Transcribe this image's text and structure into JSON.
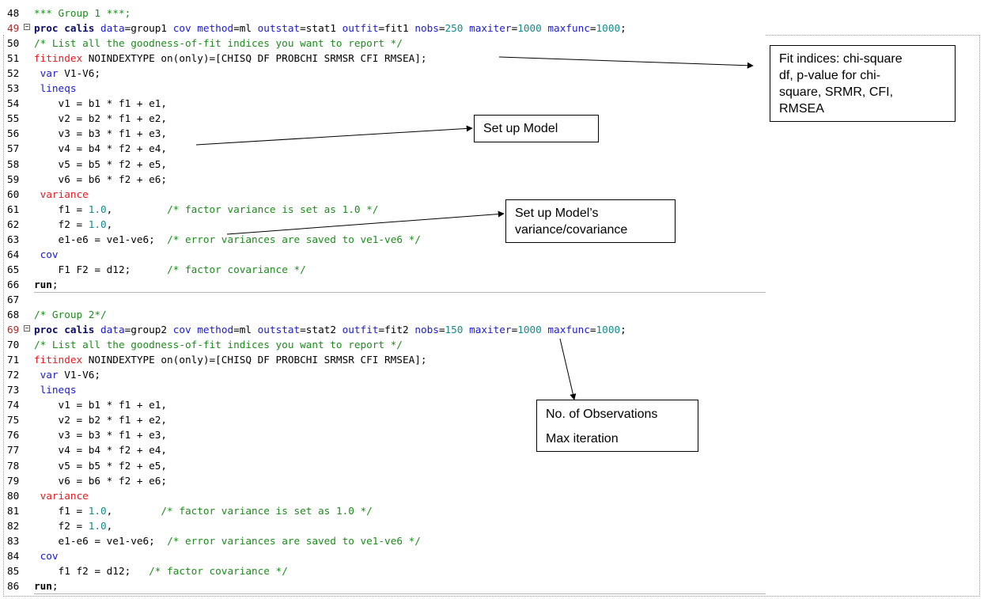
{
  "editor": {
    "lines": [
      {
        "n": "48",
        "tokens": [
          [
            "cm",
            "*** Group 1 ***;"
          ]
        ]
      },
      {
        "n": "49",
        "fold": true,
        "tokens": [
          [
            "bold",
            "proc calis"
          ],
          [
            "pl",
            " "
          ],
          [
            "kw",
            "data"
          ],
          [
            "pl",
            "=group1 "
          ],
          [
            "kw",
            "cov"
          ],
          [
            "pl",
            " "
          ],
          [
            "kw",
            "method"
          ],
          [
            "pl",
            "=ml "
          ],
          [
            "kw",
            "outstat"
          ],
          [
            "pl",
            "=stat1 "
          ],
          [
            "kw",
            "outfit"
          ],
          [
            "pl",
            "=fit1 "
          ],
          [
            "kw",
            "nobs"
          ],
          [
            "pl",
            "="
          ],
          [
            "num",
            "250"
          ],
          [
            "pl",
            " "
          ],
          [
            "kw",
            "maxiter"
          ],
          [
            "pl",
            "="
          ],
          [
            "num",
            "1000"
          ],
          [
            "pl",
            " "
          ],
          [
            "kw",
            "maxfunc"
          ],
          [
            "pl",
            "="
          ],
          [
            "num",
            "1000"
          ],
          [
            "pl",
            ";"
          ]
        ]
      },
      {
        "n": "50",
        "tokens": [
          [
            "cm",
            "/* List all the goodness-of-fit indices you want to report */"
          ]
        ]
      },
      {
        "n": "51",
        "tokens": [
          [
            "red",
            "fitindex"
          ],
          [
            "pl",
            " NOINDEXTYPE on(only)=[CHISQ DF PROBCHI SRMSR CFI RMSEA];"
          ]
        ]
      },
      {
        "n": "52",
        "tokens": [
          [
            "pl",
            " "
          ],
          [
            "kw",
            "var"
          ],
          [
            "pl",
            " V1-V6;"
          ]
        ]
      },
      {
        "n": "53",
        "tokens": [
          [
            "pl",
            " "
          ],
          [
            "kw",
            "lineqs"
          ]
        ]
      },
      {
        "n": "54",
        "tokens": [
          [
            "pl",
            "    v1 = b1 * f1 + e1,"
          ]
        ]
      },
      {
        "n": "55",
        "tokens": [
          [
            "pl",
            "    v2 = b2 * f1 + e2,"
          ]
        ]
      },
      {
        "n": "56",
        "tokens": [
          [
            "pl",
            "    v3 = b3 * f1 + e3,"
          ]
        ]
      },
      {
        "n": "57",
        "tokens": [
          [
            "pl",
            "    v4 = b4 * f2 + e4,"
          ]
        ]
      },
      {
        "n": "58",
        "tokens": [
          [
            "pl",
            "    v5 = b5 * f2 + e5,"
          ]
        ]
      },
      {
        "n": "59",
        "tokens": [
          [
            "pl",
            "    v6 = b6 * f2 + e6;"
          ]
        ]
      },
      {
        "n": "60",
        "tokens": [
          [
            "pl",
            " "
          ],
          [
            "red",
            "variance"
          ]
        ]
      },
      {
        "n": "61",
        "tokens": [
          [
            "pl",
            "    f1 = "
          ],
          [
            "num",
            "1.0"
          ],
          [
            "pl",
            ",         "
          ],
          [
            "cm",
            "/* factor variance is set as 1.0 */"
          ]
        ]
      },
      {
        "n": "62",
        "tokens": [
          [
            "pl",
            "    f2 = "
          ],
          [
            "num",
            "1.0"
          ],
          [
            "pl",
            ","
          ]
        ]
      },
      {
        "n": "63",
        "tokens": [
          [
            "pl",
            "    e1-e6 = ve1-ve6;  "
          ],
          [
            "cm",
            "/* error variances are saved to ve1-ve6 */"
          ]
        ]
      },
      {
        "n": "64",
        "tokens": [
          [
            "pl",
            " "
          ],
          [
            "kw",
            "cov"
          ]
        ]
      },
      {
        "n": "65",
        "tokens": [
          [
            "pl",
            "    F1 F2 = d12;      "
          ],
          [
            "cm",
            "/* factor covariance */"
          ]
        ]
      },
      {
        "n": "66",
        "sep": true,
        "tokens": [
          [
            "blk",
            "run"
          ],
          [
            "pl",
            ";"
          ]
        ]
      },
      {
        "n": "67",
        "tokens": []
      },
      {
        "n": "68",
        "tokens": [
          [
            "cm",
            "/* Group 2*/"
          ]
        ]
      },
      {
        "n": "69",
        "fold": true,
        "tokens": [
          [
            "bold",
            "proc calis"
          ],
          [
            "pl",
            " "
          ],
          [
            "kw",
            "data"
          ],
          [
            "pl",
            "=group2 "
          ],
          [
            "kw",
            "cov"
          ],
          [
            "pl",
            " "
          ],
          [
            "kw",
            "method"
          ],
          [
            "pl",
            "=ml "
          ],
          [
            "kw",
            "outstat"
          ],
          [
            "pl",
            "=stat2 "
          ],
          [
            "kw",
            "outfit"
          ],
          [
            "pl",
            "=fit2 "
          ],
          [
            "kw",
            "nobs"
          ],
          [
            "pl",
            "="
          ],
          [
            "num",
            "150"
          ],
          [
            "pl",
            " "
          ],
          [
            "kw",
            "maxiter"
          ],
          [
            "pl",
            "="
          ],
          [
            "num",
            "1000"
          ],
          [
            "pl",
            " "
          ],
          [
            "kw",
            "maxfunc"
          ],
          [
            "pl",
            "="
          ],
          [
            "num",
            "1000"
          ],
          [
            "pl",
            ";"
          ]
        ]
      },
      {
        "n": "70",
        "tokens": [
          [
            "cm",
            "/* List all the goodness-of-fit indices you want to report */"
          ]
        ]
      },
      {
        "n": "71",
        "tokens": [
          [
            "red",
            "fitindex"
          ],
          [
            "pl",
            " NOINDEXTYPE on(only)=[CHISQ DF PROBCHI SRMSR CFI RMSEA];"
          ]
        ]
      },
      {
        "n": "72",
        "tokens": [
          [
            "pl",
            " "
          ],
          [
            "kw",
            "var"
          ],
          [
            "pl",
            " V1-V6;"
          ]
        ]
      },
      {
        "n": "73",
        "tokens": [
          [
            "pl",
            " "
          ],
          [
            "kw",
            "lineqs"
          ]
        ]
      },
      {
        "n": "74",
        "tokens": [
          [
            "pl",
            "    v1 = b1 * f1 + e1,"
          ]
        ]
      },
      {
        "n": "75",
        "tokens": [
          [
            "pl",
            "    v2 = b2 * f1 + e2,"
          ]
        ]
      },
      {
        "n": "76",
        "tokens": [
          [
            "pl",
            "    v3 = b3 * f1 + e3,"
          ]
        ]
      },
      {
        "n": "77",
        "tokens": [
          [
            "pl",
            "    v4 = b4 * f2 + e4,"
          ]
        ]
      },
      {
        "n": "78",
        "tokens": [
          [
            "pl",
            "    v5 = b5 * f2 + e5,"
          ]
        ]
      },
      {
        "n": "79",
        "tokens": [
          [
            "pl",
            "    v6 = b6 * f2 + e6;"
          ]
        ]
      },
      {
        "n": "80",
        "tokens": [
          [
            "pl",
            " "
          ],
          [
            "red",
            "variance"
          ]
        ]
      },
      {
        "n": "81",
        "tokens": [
          [
            "pl",
            "    f1 = "
          ],
          [
            "num",
            "1.0"
          ],
          [
            "pl",
            ",        "
          ],
          [
            "cm",
            "/* factor variance is set as 1.0 */"
          ]
        ]
      },
      {
        "n": "82",
        "tokens": [
          [
            "pl",
            "    f2 = "
          ],
          [
            "num",
            "1.0"
          ],
          [
            "pl",
            ","
          ]
        ]
      },
      {
        "n": "83",
        "tokens": [
          [
            "pl",
            "    e1-e6 = ve1-ve6;  "
          ],
          [
            "cm",
            "/* error variances are saved to ve1-ve6 */"
          ]
        ]
      },
      {
        "n": "84",
        "tokens": [
          [
            "pl",
            " "
          ],
          [
            "kw",
            "cov"
          ]
        ]
      },
      {
        "n": "85",
        "tokens": [
          [
            "pl",
            "    f1 f2 = d12;   "
          ],
          [
            "cm",
            "/* factor covariance */"
          ]
        ]
      },
      {
        "n": "86",
        "sep": true,
        "tokens": [
          [
            "blk",
            "run"
          ],
          [
            "pl",
            ";"
          ]
        ]
      }
    ]
  },
  "callouts": {
    "fit_indices": {
      "lines": [
        "Fit indices: chi-square",
        "df, p-value for chi-",
        "square, SRMR, CFI,",
        "RMSEA"
      ]
    },
    "set_up_model": {
      "lines": [
        "Set up Model"
      ]
    },
    "variance": {
      "lines": [
        "Set up Model’s",
        "variance/covariance"
      ]
    },
    "observations": {
      "lines": [
        "No. of Observations",
        "Max iteration"
      ]
    }
  },
  "colors": {
    "keyword": "#1a1ad0",
    "proc": "#0b0b6a",
    "statement_red": "#e8191f",
    "comment": "#1c8c1c",
    "number": "#138a8a",
    "line_number_marked": "#a52a2a"
  }
}
